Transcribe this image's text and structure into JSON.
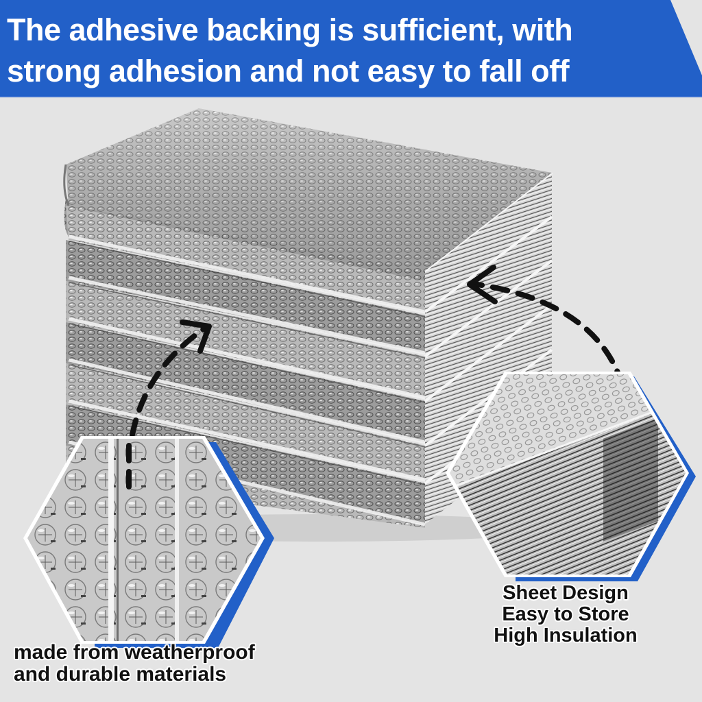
{
  "banner": {
    "line1": "The adhesive backing is sufficient, with",
    "line2": "strong adhesion and not easy to fall off",
    "background_color": "#2260c8",
    "text_color": "#ffffff"
  },
  "product": {
    "description": "Stack of folded silver bubble foil insulation sheets",
    "sheet_count": 8,
    "foil_color": "#b8b8b8"
  },
  "callout_left": {
    "image_description": "Close-up of bubble foil surface",
    "caption_lines": [
      "made from weatherproof",
      "and durable materials"
    ],
    "frame_accent_color": "#2260c8"
  },
  "callout_right": {
    "image_description": "Close-up of folded sheet edge",
    "caption_lines": [
      "Sheet Design",
      "Easy to Store",
      "High Insulation"
    ],
    "frame_accent_color": "#2260c8"
  },
  "icons": {
    "left_arrow": "dashed-curved-arrow-up-right",
    "right_arrow": "dashed-curved-arrow-left"
  },
  "page": {
    "background_color": "#e4e4e4"
  }
}
